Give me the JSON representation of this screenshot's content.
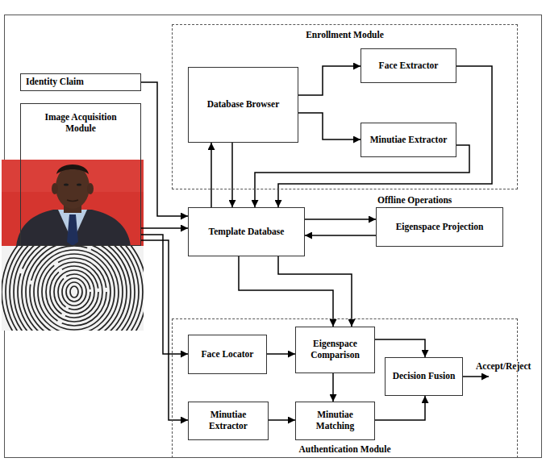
{
  "diagram": {
    "nodes": [
      {
        "text": [
          "Enrollment Module"
        ]
      },
      {
        "text": [
          "Database Browser"
        ],
        "in": 0
      },
      {
        "text": [
          "Face Extractor"
        ],
        "in": 0
      },
      {
        "text": [
          "Minutiae Extractor"
        ],
        "in": 0
      },
      {
        "text": [
          "Identity Claim"
        ]
      },
      {
        "text": [
          "Image Acquisition Module"
        ]
      },
      {
        "text": [
          "Template Database"
        ]
      },
      {
        "text": [
          "Eigenspace Projection"
        ]
      },
      {
        "text": [
          "Authentication Module"
        ]
      },
      {
        "text": [
          "Face Locator"
        ],
        "in": 8
      },
      {
        "text": [
          "Eigenspace Comparison"
        ],
        "in": 8
      },
      {
        "text": [
          "Decision Fusion"
        ],
        "in": 8
      },
      {
        "text": [
          "Minutiae Extractor"
        ],
        "in": 8
      },
      {
        "text": [
          "Minutiae Matching"
        ],
        "in": 8
      }
    ],
    "edges": [
      {
        "from": 4,
        "to": 6,
        "arrow": "to"
      },
      {
        "from": 5,
        "to": 6,
        "arrow": "to"
      },
      {
        "from": 5,
        "to": 9,
        "arrow": "to"
      },
      {
        "from": 5,
        "to": 12,
        "arrow": "to"
      },
      {
        "from": 6,
        "to": 1,
        "arrow": "to"
      },
      {
        "from": 1,
        "to": 6,
        "arrow": "to"
      },
      {
        "from": 1,
        "to": 2,
        "arrow": "to"
      },
      {
        "from": 1,
        "to": 3,
        "arrow": "to"
      },
      {
        "from": 2,
        "to": 6,
        "arrow": "to"
      },
      {
        "from": 3,
        "to": 6,
        "arrow": "to"
      },
      {
        "from": 6,
        "to": 7,
        "arrow": "to"
      },
      {
        "from": 7,
        "to": 6,
        "arrow": "to"
      },
      {
        "from": 6,
        "to": 10,
        "arrow": "to"
      },
      {
        "from": 6,
        "to": 10,
        "arrow": "to"
      },
      {
        "from": 9,
        "to": 10,
        "arrow": "to"
      },
      {
        "from": 10,
        "to": 13,
        "arrow": "to"
      },
      {
        "from": 10,
        "to": 11,
        "arrow": "to"
      },
      {
        "from": 12,
        "to": 13,
        "arrow": "to"
      },
      {
        "from": 13,
        "to": 11,
        "arrow": "to"
      }
    ],
    "labels": [
      "Offline Operations",
      "Accept/Reject"
    ]
  }
}
